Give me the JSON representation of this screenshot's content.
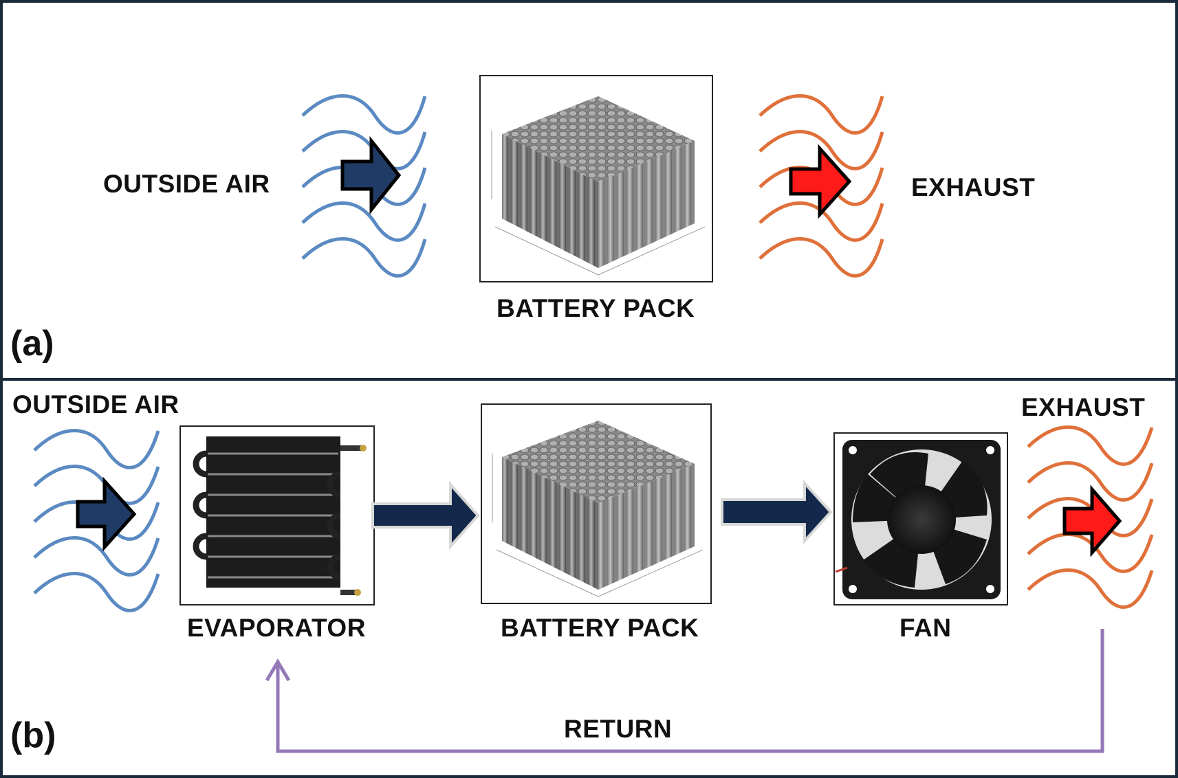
{
  "panel_a": {
    "letter": "(a)",
    "inlet_label": "OUTSIDE AIR",
    "battery_label": "BATTERY PACK",
    "outlet_label": "EXHAUST"
  },
  "panel_b": {
    "letter": "(b)",
    "inlet_label": "OUTSIDE AIR",
    "evaporator_label": "EVAPORATOR",
    "battery_label": "BATTERY PACK",
    "fan_label": "FAN",
    "outlet_label": "EXHAUST",
    "return_label": "RETURN"
  },
  "colors": {
    "inlet_air": "#5b8ac2",
    "exhaust_air": "#e0703a",
    "inlet_arrow": "#1f3b66",
    "exhaust_arrow": "#ff1a1a",
    "flow_arrow": "#13294b",
    "return_line": "#9478b8",
    "border": "#1a2a3a"
  }
}
